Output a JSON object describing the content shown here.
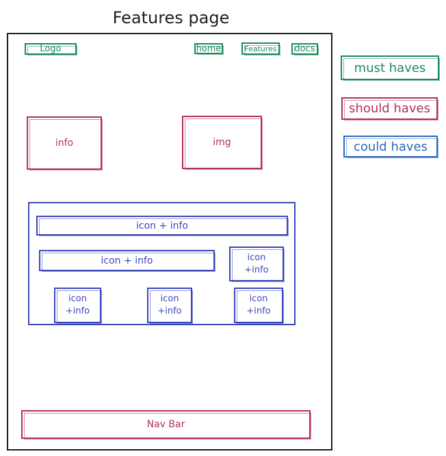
{
  "title": "Features page",
  "header": {
    "logo": "Logo",
    "nav": {
      "home": "home",
      "features": "Features",
      "docs": "docs"
    }
  },
  "hero": {
    "info": "info",
    "img": "img"
  },
  "features_section": {
    "row1": "icon + info",
    "row2": "icon + info",
    "row2_card": "icon\n+info",
    "cards": [
      "icon\n+info",
      "icon\n+info",
      "icon\n+info"
    ]
  },
  "footer": {
    "nav_bar": "Nav Bar"
  },
  "legend": {
    "must": "must haves",
    "should": "should haves",
    "could": "could haves"
  },
  "colors": {
    "must": "#1a8a5a",
    "should": "#b0305a",
    "could": "#3a47b8",
    "ink": "#1e1e1e"
  }
}
